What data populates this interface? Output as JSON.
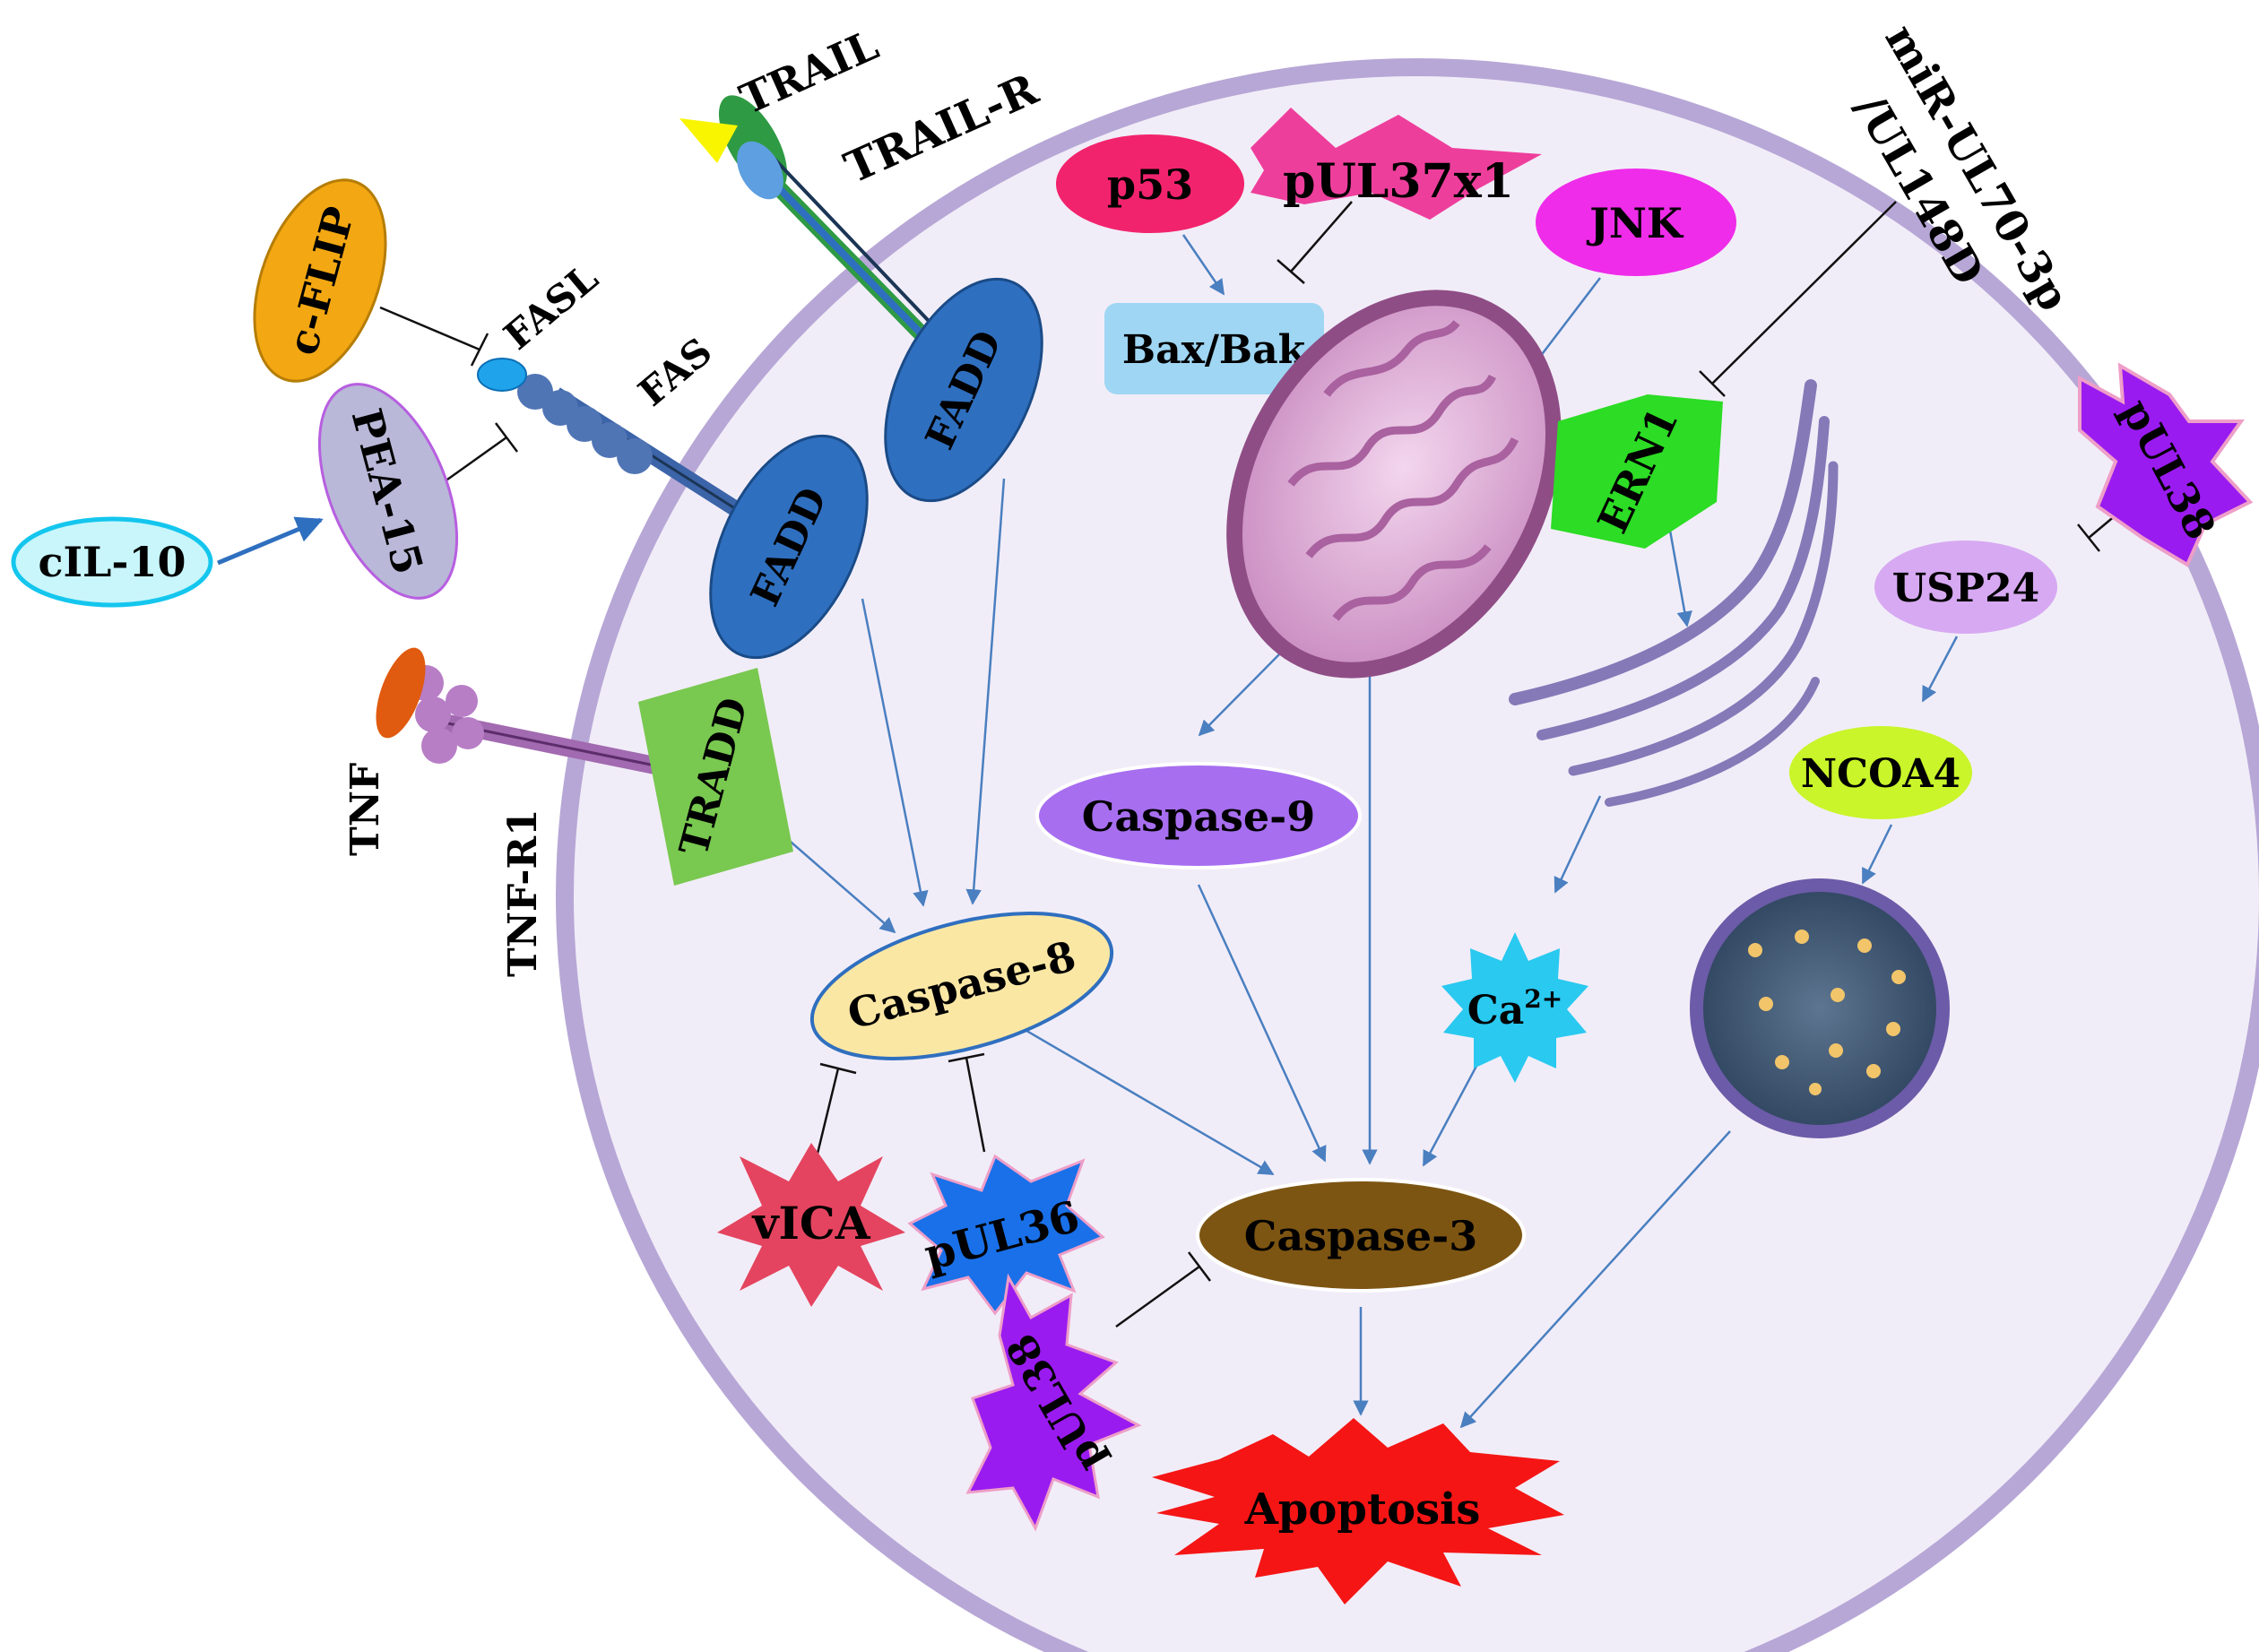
{
  "labels": {
    "trail": "TRAIL",
    "trail_r": "TRAIL-R",
    "fasl": "FASL",
    "fas": "FAS",
    "cflip": "c-FLIP",
    "pea15": "PEA-15",
    "cil10": "cIL-10",
    "tnf": "TNF",
    "tnf_r1": "TNF-R1",
    "tradd": "TRADD",
    "fadd": "FADD",
    "p53": "p53",
    "pul37x1": "pUL37x1",
    "jnk": "JNK",
    "bax_bak": "Bax/Bak",
    "mir_line1": "miR-UL70-3p",
    "mir_line2": "/UL148D",
    "ern1": "ERN1",
    "pul38": "pUL38",
    "usp24": "USP24",
    "ncoa4": "NCOA4",
    "caspase9": "Caspase-9",
    "caspase8": "Caspase-8",
    "caspase3": "Caspase-3",
    "ca_base": "Ca",
    "ca_sup": "2+",
    "vica": "vICA",
    "pul36": "pUL36",
    "apoptosis": "Apoptosis"
  },
  "colors": {
    "cell_fill": "#f1edf8",
    "cell_border": "#b7a7d6",
    "arrow": "#4a7fc0",
    "inhibit": "#111111",
    "cflip": "#f3a712",
    "pea15": "#b9b8d8",
    "cil10": "#c8f6fb",
    "fadd": "#2f6fbf",
    "tradd": "#79c850",
    "p53": "#f2236d",
    "pul37x1": "#ee3e9c",
    "jnk": "#ef2ce9",
    "bax_bak": "#9fd6f3",
    "ern1": "#2cdc25",
    "pul38": "#9a1bf0",
    "usp24": "#d7a9f2",
    "ncoa4": "#c9f52a",
    "caspase9": "#a76ef0",
    "caspase8": "#fbe7a4",
    "caspase3": "#7d5512",
    "calcium": "#29c9f0",
    "vica": "#e4445f",
    "pul36": "#1a70e8",
    "apoptosis": "#f51515"
  }
}
